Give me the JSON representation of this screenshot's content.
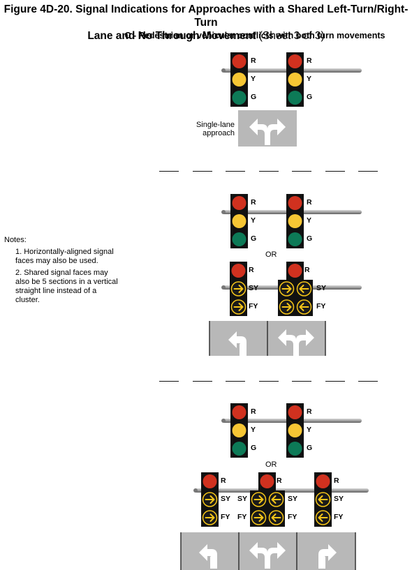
{
  "title": {
    "line1": "Figure 4D-20.  Signal Indications for Approaches with a Shared Left-Turn/Right-Turn",
    "line2": "Lane and No Through Movement",
    "sheet": "(Sheet 3 of 3)"
  },
  "subtitle": "C - Pedestrian or vehicular conflicts with both turn movements",
  "notes": {
    "heading": "Notes:",
    "items": [
      "1.  Horizontally-aligned signal faces may also be used.",
      "2.  Shared signal faces may also be 5 sections in a vertical straight line instead of a cluster."
    ]
  },
  "labels": {
    "red": "R",
    "yellow": "Y",
    "green": "G",
    "steady_yellow": "SY",
    "flashing_yellow": "FY",
    "or": "OR",
    "single_lane": "Single-lane approach"
  },
  "colors": {
    "red_lens": "#d0311f",
    "yellow_lens": "#f6c634",
    "green_lens": "#0d7a57",
    "signal_housing": "#111111",
    "arrow_lens": "#f5c518",
    "pavement": "#b8b8b8",
    "mast_arm": "#9a9a9a"
  }
}
